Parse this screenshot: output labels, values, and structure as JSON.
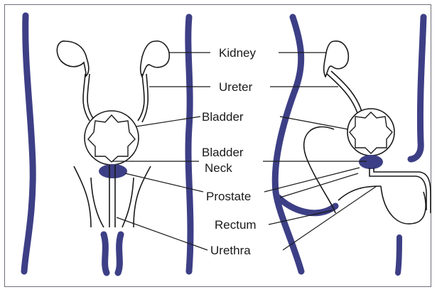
{
  "diagram": {
    "labels": {
      "kidney": "Kidney",
      "ureter": "Ureter",
      "bladder": "Bladder",
      "bladder_neck_1": "Bladder",
      "bladder_neck_2": "Neck",
      "prostate": "Prostate",
      "rectum": "Rectum",
      "urethra": "Urethra"
    },
    "colors": {
      "anatomy_fill": "#3d3f86",
      "outline": "#1a1a1a",
      "frame": "#6f6f7a"
    }
  }
}
